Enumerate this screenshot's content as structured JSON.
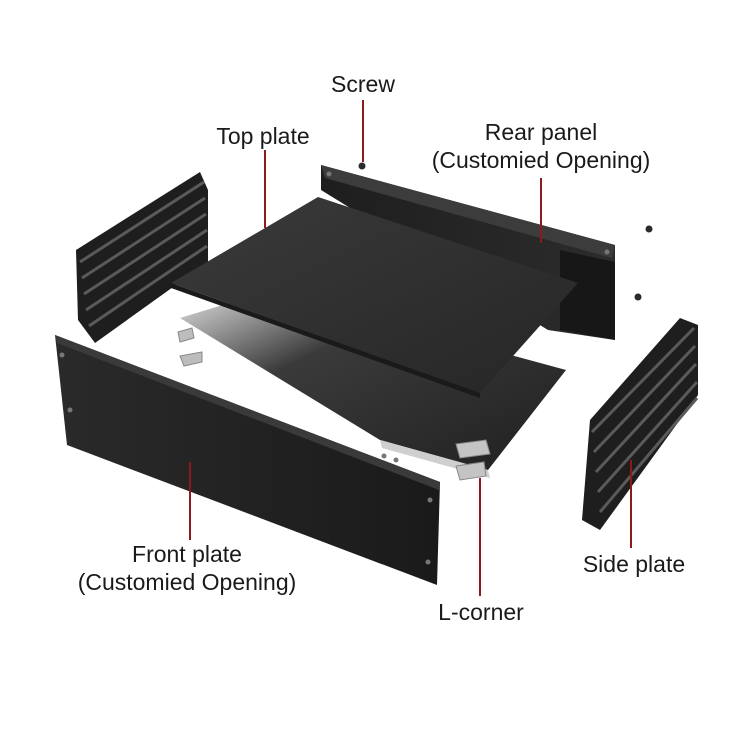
{
  "labels": {
    "screw": "Screw",
    "top_plate": "Top plate",
    "rear_panel": "Rear panel",
    "rear_panel_note": "(Customied Opening)",
    "front_plate": "Front plate",
    "front_plate_note": "(Customied Opening)",
    "side_plate": "Side plate",
    "l_corner": "L-corner"
  },
  "colors": {
    "leader_line": "#8b1a1a",
    "metal_dark": "#1c1c1c",
    "metal_mid": "#2e2e2e",
    "metal_light": "#4a4a4a"
  }
}
